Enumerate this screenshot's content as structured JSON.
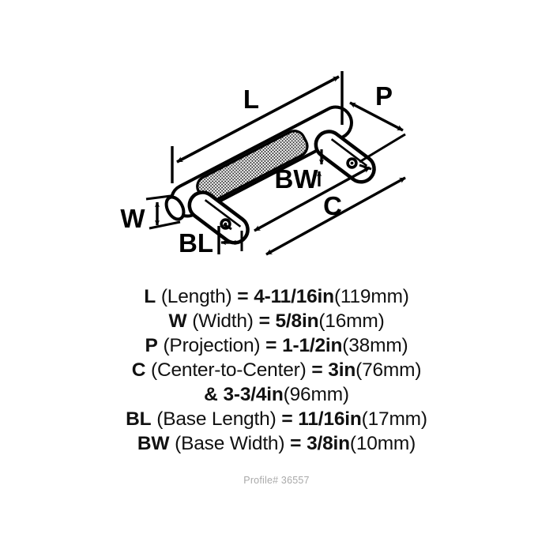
{
  "drawing": {
    "title": "cabinet bar pull handle dimensional drawing",
    "product_type": "knurled bar pull",
    "labels": {
      "length": "L",
      "width": "W",
      "projection": "P",
      "center_to_center": "C",
      "base_length": "BL",
      "base_width": "BW"
    },
    "colors": {
      "line": "#000000",
      "knurl_fill": "#b9b9b9",
      "body_fill": "#ffffff",
      "text": "#111111",
      "profile_text": "#a9a9a9"
    }
  },
  "specs": [
    {
      "symbol": "L",
      "name": "(Length)",
      "equals": "=",
      "value": "4-11/16in",
      "metric": "(119mm)"
    },
    {
      "symbol": "W",
      "name": "(Width)",
      "equals": "=",
      "value": "5/8in",
      "metric": "(16mm)"
    },
    {
      "symbol": "P",
      "name": "(Projection)",
      "equals": "=",
      "value": "1-1/2in",
      "metric": "(38mm)"
    },
    {
      "symbol": "C",
      "name": "(Center-to-Center)",
      "equals": "=",
      "value": "3in",
      "metric": "(76mm)"
    },
    {
      "symbol": "",
      "name": "",
      "equals": "&",
      "value": "3-3/4in",
      "metric": "(96mm)",
      "continuation": true
    },
    {
      "symbol": "BL",
      "name": "(Base Length)",
      "equals": "=",
      "value": "11/16in",
      "metric": "(17mm)"
    },
    {
      "symbol": "BW",
      "name": "(Base Width)",
      "equals": "=",
      "value": "3/8in",
      "metric": "(10mm)"
    }
  ],
  "profile": {
    "text": "Profile# 36557"
  }
}
